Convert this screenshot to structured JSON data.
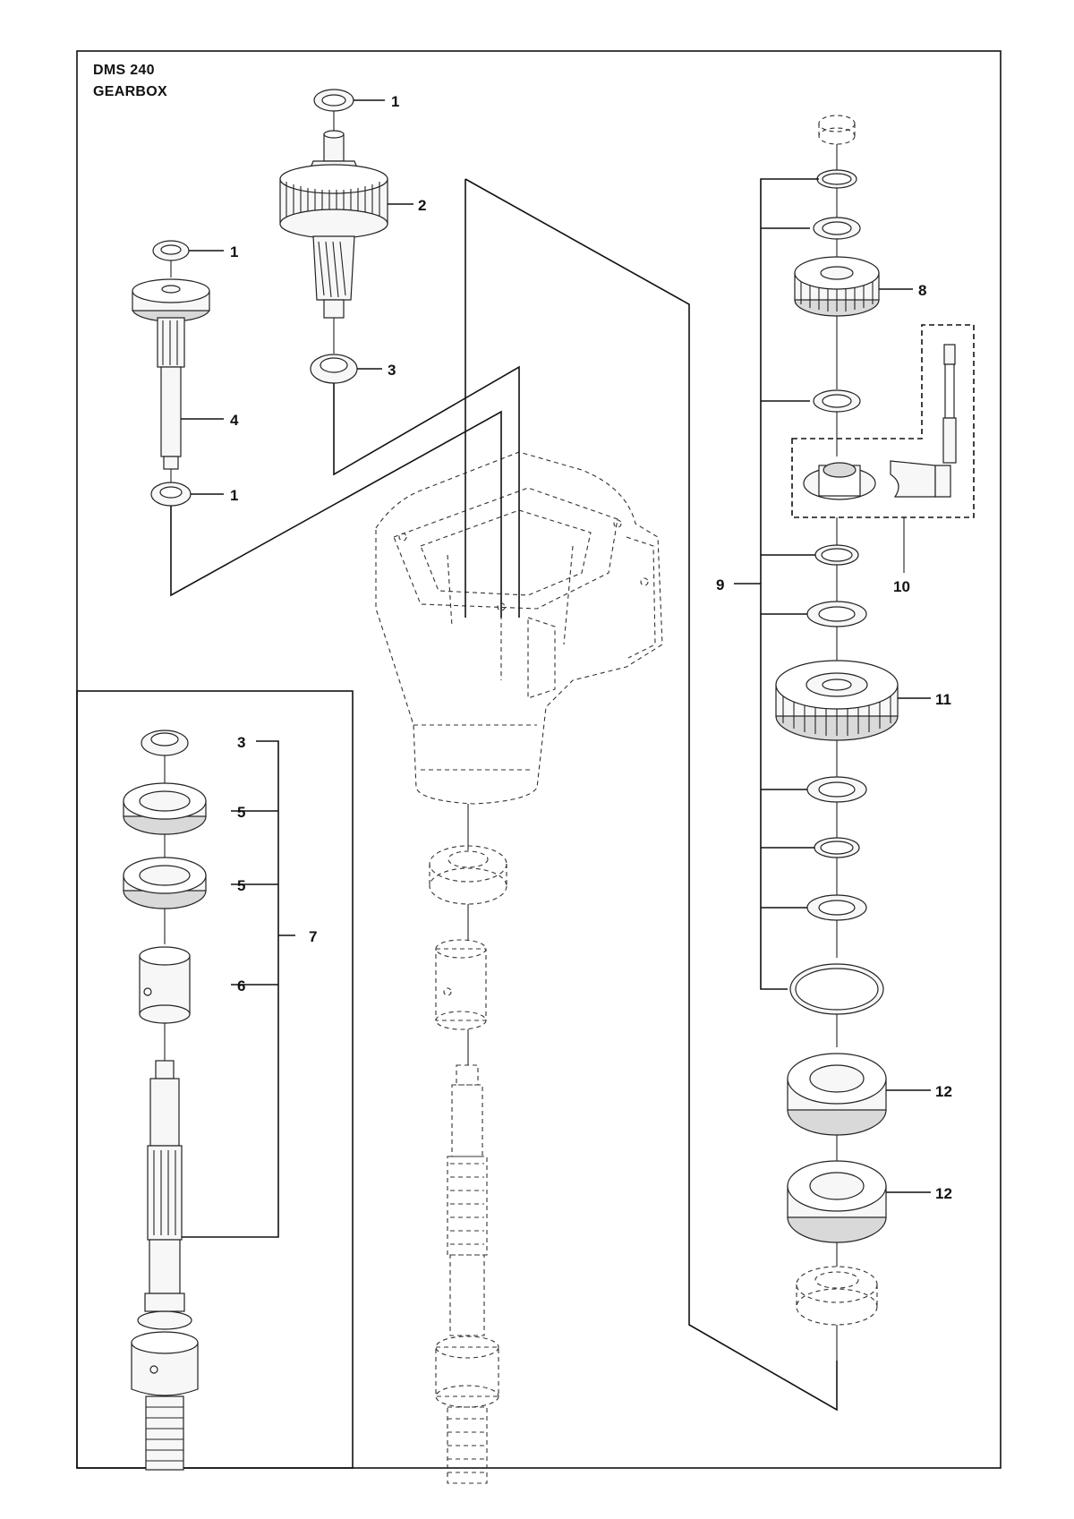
{
  "header": {
    "model": "DMS 240",
    "section": "GEARBOX"
  },
  "callouts": [
    {
      "id": "c1a",
      "label": "1"
    },
    {
      "id": "c2",
      "label": "2"
    },
    {
      "id": "c1b",
      "label": "1"
    },
    {
      "id": "c3a",
      "label": "3"
    },
    {
      "id": "c4",
      "label": "4"
    },
    {
      "id": "c1c",
      "label": "1"
    },
    {
      "id": "c8",
      "label": "8"
    },
    {
      "id": "c10",
      "label": "10"
    },
    {
      "id": "c9",
      "label": "9"
    },
    {
      "id": "c11",
      "label": "11"
    },
    {
      "id": "c12a",
      "label": "12"
    },
    {
      "id": "c12b",
      "label": "12"
    },
    {
      "id": "c3b",
      "label": "3"
    },
    {
      "id": "c5a",
      "label": "5"
    },
    {
      "id": "c5b",
      "label": "5"
    },
    {
      "id": "c7",
      "label": "7"
    },
    {
      "id": "c6",
      "label": "6"
    }
  ],
  "colors": {
    "line": "#111111",
    "part_fill": "#f7f7f7",
    "part_shade": "#d9d9d9",
    "background": "#ffffff"
  }
}
